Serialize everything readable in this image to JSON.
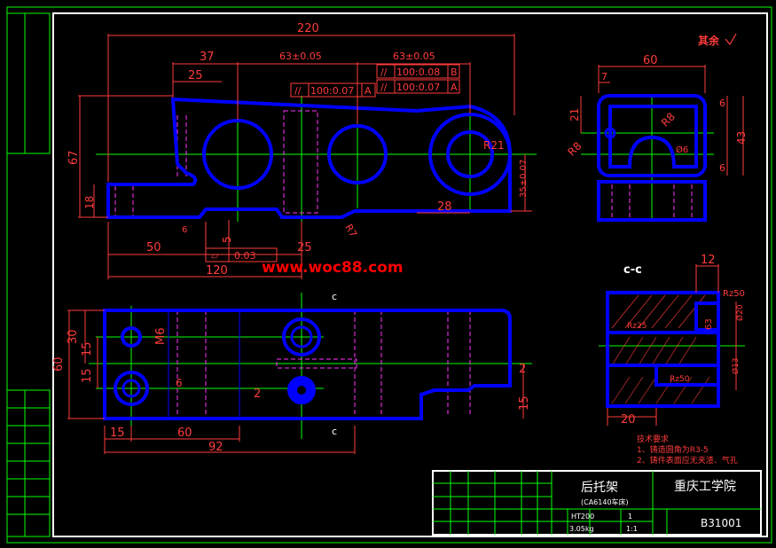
{
  "colors": {
    "background": "#000000",
    "frame": "#ffffff",
    "title_block": "#00ff00",
    "outline": "#0000ff",
    "dimension": "#ff3b3b",
    "centerline": "#00ff00",
    "hidden": "#ff33ff",
    "watermark": "#ff0000"
  },
  "watermark": "www.woc88.com",
  "roughness_note": "其余",
  "front_view": {
    "dims": {
      "d220": "220",
      "d37": "37",
      "d25a": "25",
      "d63a": "63±0.05",
      "d63b": "63±0.05",
      "d67": "67",
      "d18": "18",
      "d50": "50",
      "d25b": "25",
      "d120": "120",
      "d5": "5",
      "d28": "28",
      "d35": "35±0.07",
      "r21": "R21",
      "r7": "R7",
      "d6": "6"
    },
    "tolerances": {
      "t1a": "//",
      "t1b": "100:0.07",
      "t1c": "A",
      "t2a": "//",
      "t2b": "100:0.08",
      "t2c": "B",
      "t3a": "//",
      "t3b": "100:0.07",
      "t3c": "A",
      "flat_a": "▱",
      "flat_b": "0.03"
    }
  },
  "side_view": {
    "dims": {
      "d60": "60",
      "d7": "7",
      "d21": "21",
      "r8a": "R8",
      "r8b": "R8",
      "d6a": "6",
      "d43": "43",
      "d6b": "6",
      "phi6": "Ø6"
    }
  },
  "top_view": {
    "dims": {
      "d30": "30",
      "d15a": "15",
      "d60": "60",
      "d15b": "15",
      "m6": "M6",
      "d6": "6",
      "d2a": "2",
      "d15c": "15",
      "d60b": "60",
      "d92": "92",
      "d2b": "2",
      "d15d": "15",
      "c1": "c",
      "c2": "c"
    }
  },
  "section_cc": {
    "label": "c-c",
    "dims": {
      "d12": "12",
      "rz50": "Rz50",
      "phi20": "Ø20",
      "d63": "63",
      "phi13": "Ø13",
      "d20": "20",
      "rz25": "Rz25",
      "rz50b": "Rz50"
    }
  },
  "tech_notes": {
    "title": "技术要求",
    "line1": "1、铸造圆角为R3-5",
    "line2": "2、铸件表面应无夹渣、气孔"
  },
  "title_block": {
    "part_name": "后托架",
    "part_sub": "(CA6140车床)",
    "school": "重庆工学院",
    "material": "HT200",
    "qty": "1",
    "weight": "3.05kg",
    "scale": "1:1",
    "drawing_no": "B31001"
  }
}
